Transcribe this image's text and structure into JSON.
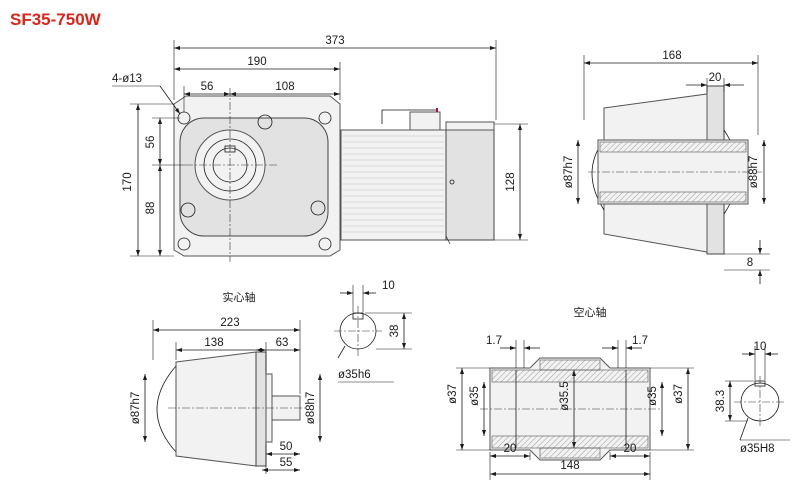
{
  "title": "SF35-750W",
  "views": {
    "main": {
      "dims": {
        "total": "373",
        "d190": "190",
        "d56": "56",
        "d108": "108",
        "holes": "4-ø13",
        "v56": "56",
        "v170": "170",
        "v88": "88",
        "v128": "128"
      }
    },
    "side": {
      "dims": {
        "d168": "168",
        "d20": "20",
        "d87": "ø87h7",
        "d88": "ø88h7",
        "d8": "8"
      }
    },
    "solid_shaft": {
      "label": "实心轴",
      "dims": {
        "d223": "223",
        "d138": "138",
        "d63": "63",
        "d87": "ø87h7",
        "d88": "ø88h7",
        "d50": "50",
        "d55": "55"
      }
    },
    "shaft_key": {
      "dims": {
        "d10": "10",
        "d38": "38",
        "d35": "ø35h6"
      }
    },
    "hollow_shaft": {
      "label": "空心轴",
      "dims": {
        "l17a": "1.7",
        "l17b": "1.7",
        "d37a": "ø37",
        "d35a": "ø35",
        "d355": "ø35.5",
        "d35b": "ø35",
        "d37b": "ø37",
        "d20a": "20",
        "d20b": "20",
        "d148": "148"
      }
    },
    "bore_key": {
      "dims": {
        "d10": "10",
        "d383": "38.3",
        "d35": "ø35H8"
      }
    }
  }
}
